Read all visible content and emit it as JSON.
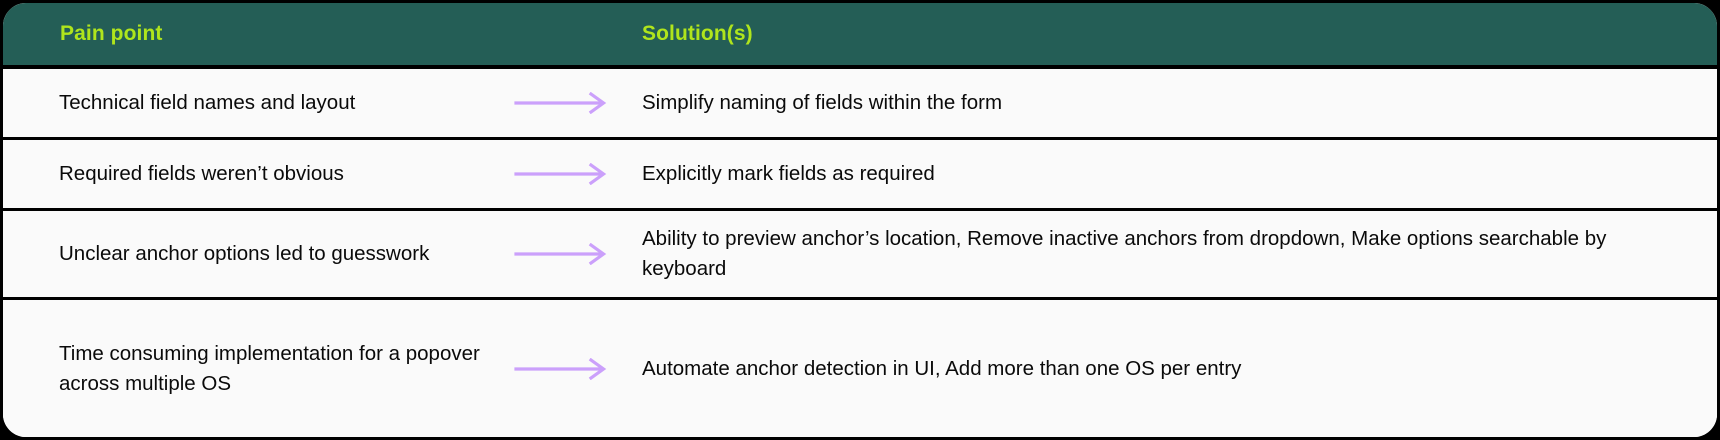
{
  "table": {
    "columns": {
      "pain_point": "Pain point",
      "solutions": "Solution(s)"
    },
    "arrow_icon": "arrow-right-icon",
    "colors": {
      "header_background": "#245E56",
      "header_text": "#B0E51C",
      "row_background": "#FAFAFA",
      "row_text": "#0A0A0A",
      "border": "#000000",
      "arrow": "#CBA0FB"
    },
    "rows": [
      {
        "pain_point": "Technical field names and layout",
        "solution": "Simplify naming of fields within the form"
      },
      {
        "pain_point": "Required fields weren’t obvious",
        "solution": "Explicitly mark fields as required"
      },
      {
        "pain_point": "Unclear anchor options led to guesswork",
        "solution": "Ability to preview anchor’s location, Remove inactive anchors from dropdown, Make options searchable by keyboard"
      },
      {
        "pain_point": "Time consuming implementation for a popover across multiple OS",
        "solution": "Automate anchor detection in UI, Add more than one OS per entry"
      }
    ]
  }
}
